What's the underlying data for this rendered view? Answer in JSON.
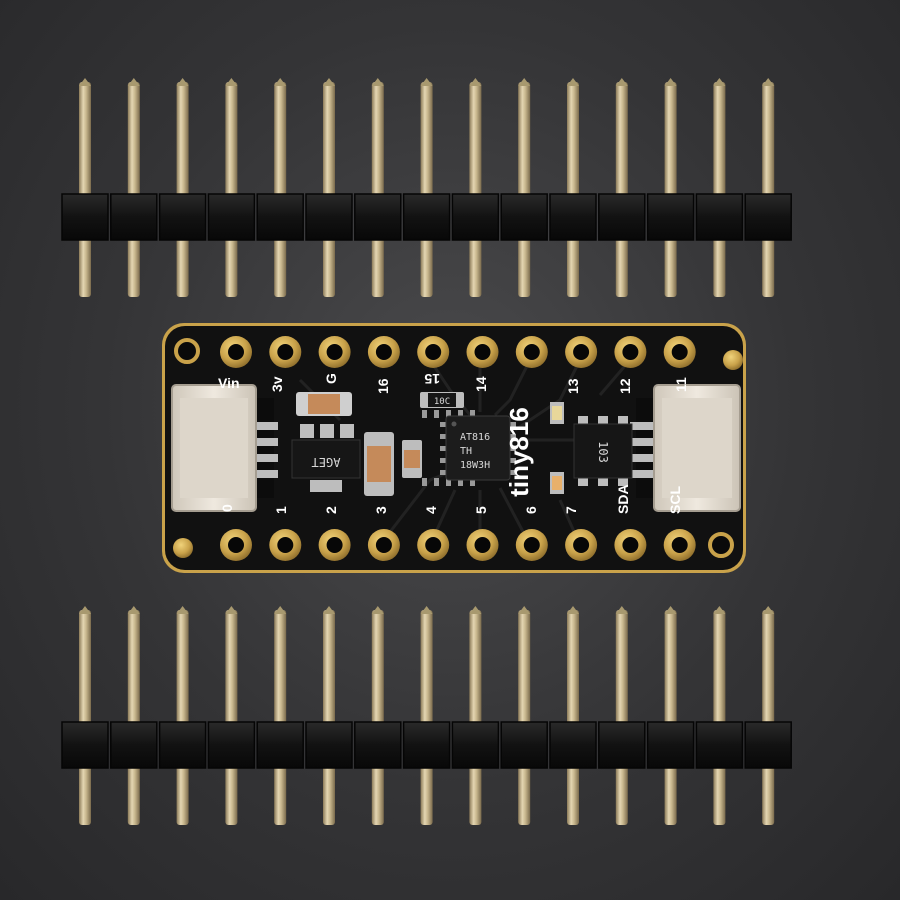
{
  "board": {
    "brand_label": "tiny816",
    "top_pins": [
      "Vin",
      "3v",
      "G",
      "16",
      "15",
      "14",
      "13",
      "12",
      "11"
    ],
    "bottom_pins": [
      "0",
      "1",
      "2",
      "3",
      "4",
      "5",
      "6",
      "7",
      "SDA",
      "SCL"
    ],
    "mcu_marking": [
      "AT816",
      "TH",
      "18W3H"
    ],
    "regulator_marking": "AGET",
    "resistor_marking": "103",
    "small_resistor_marking": "10C",
    "header_pin_count": 15
  },
  "colors": {
    "pcb": "#111111",
    "pad_gold": "#c9a24a",
    "pin_metal": "#c7b68d",
    "plastic_black": "#141414",
    "connector_white": "#e8e2d8"
  }
}
